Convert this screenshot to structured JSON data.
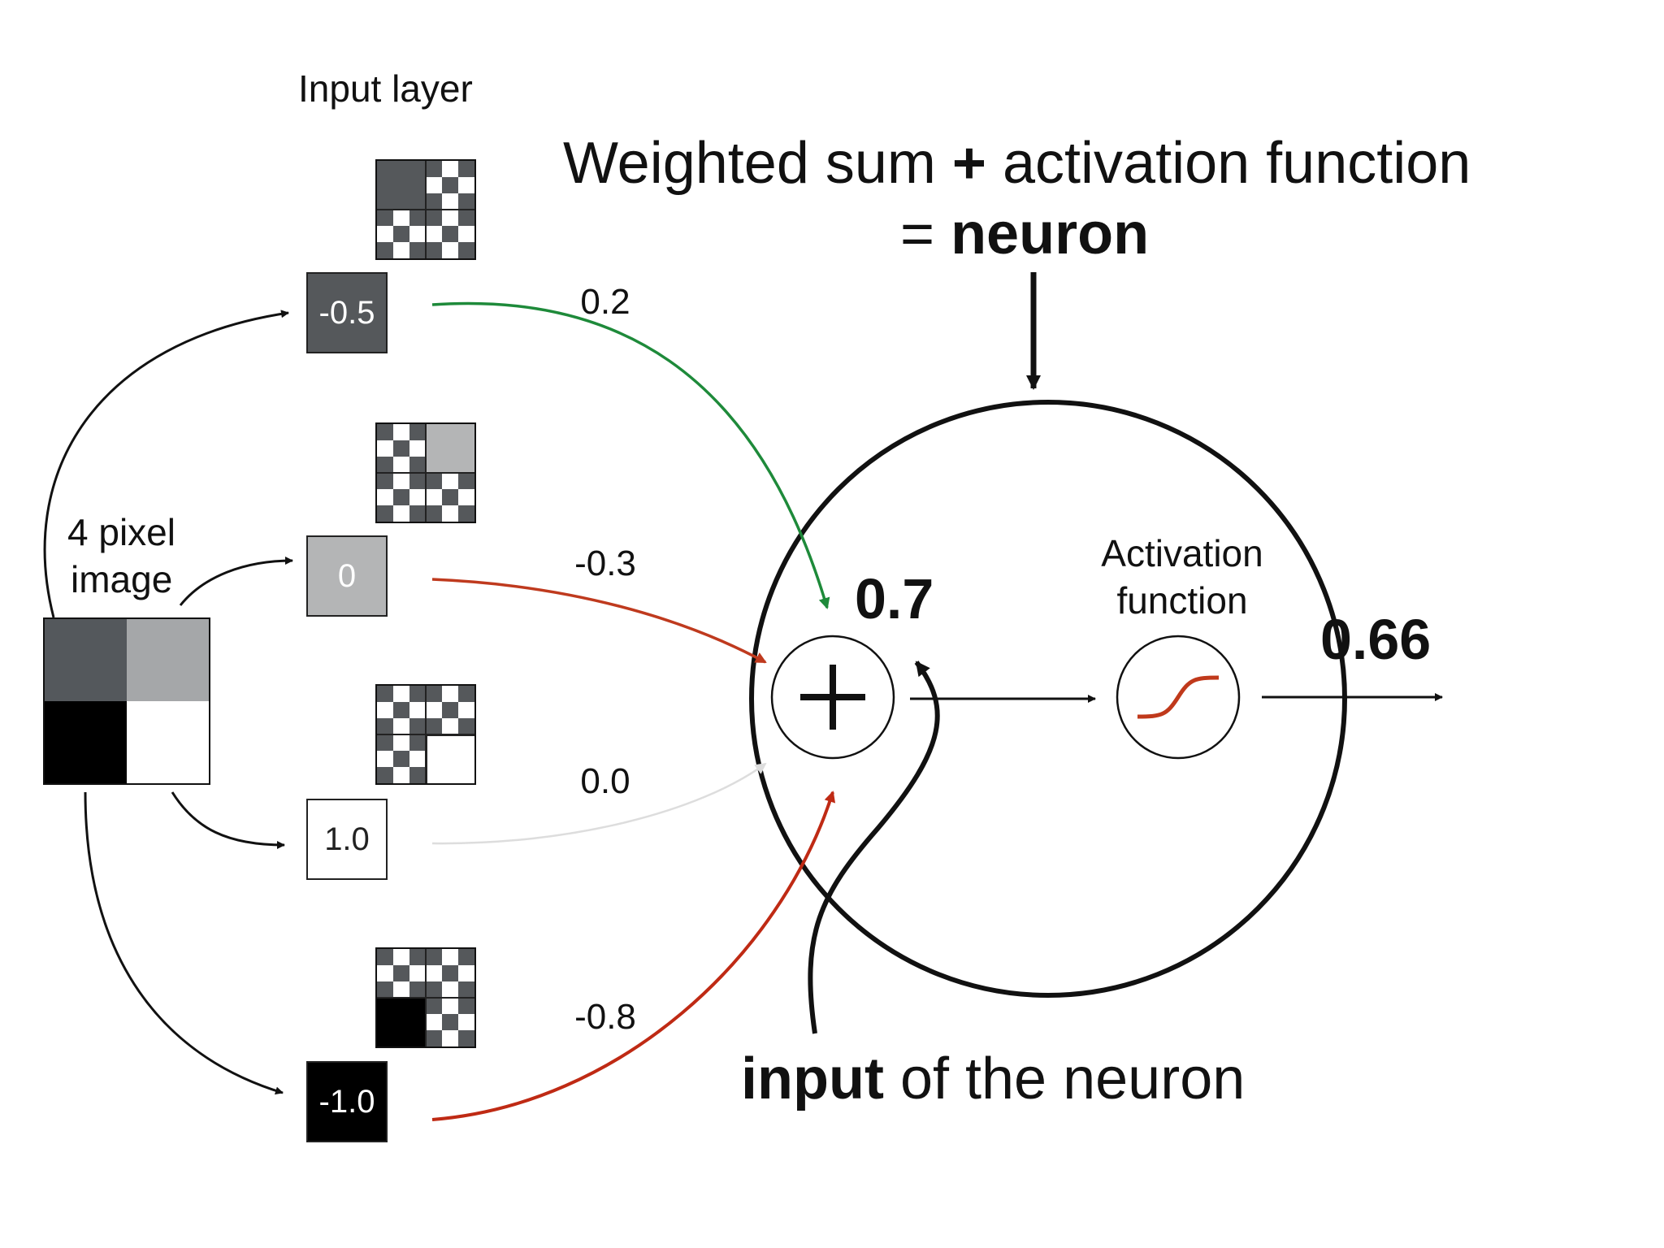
{
  "title": {
    "line1_pre": "Weighted sum",
    "line1_plus": "+",
    "line1_post": "activation function",
    "line2_eq": "=",
    "line2_bold": "neuron"
  },
  "input_layer_label": "Input layer",
  "image_label_line1": "4 pixel",
  "image_label_line2": "image",
  "image_pixels": [
    "#54585c",
    "#a5a7a9",
    "#000000",
    "#ffffff"
  ],
  "inputs": [
    {
      "value": "-0.5",
      "weight": "0.2",
      "color": "#55585b",
      "text_color": "#ffffff",
      "arrow_color": "#1e8a3a",
      "highlight": 0
    },
    {
      "value": "0",
      "weight": "-0.3",
      "color": "#b4b5b6",
      "text_color": "#ffffff",
      "arrow_color": "#bf3a1e",
      "highlight": 1
    },
    {
      "value": "1.0",
      "weight": "0.0",
      "color": "#ffffff",
      "text_color": "#222222",
      "arrow_color": "#dddddd",
      "highlight": 3
    },
    {
      "value": "-1.0",
      "weight": "-0.8",
      "color": "#000000",
      "text_color": "#ffffff",
      "arrow_color": "#bf2a14",
      "highlight": 2
    }
  ],
  "sum_value": "0.7",
  "sum_symbol": "+",
  "activation_label_line1": "Activation",
  "activation_label_line2": "function",
  "output_value": "0.66",
  "input_caption_bold": "input",
  "input_caption_rest": "of the neuron",
  "colors": {
    "curve_red": "#c0391b",
    "stroke": "#111111"
  }
}
